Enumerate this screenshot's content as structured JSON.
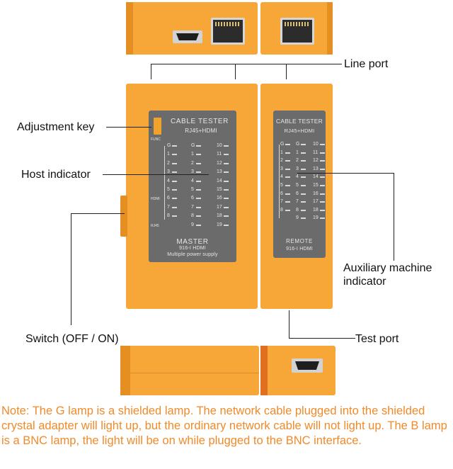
{
  "callouts": {
    "line_port": "Line port",
    "adjustment_key": "Adjustment key",
    "host_indicator": "Host indicator",
    "auxiliary_indicator": "Auxiliary machine\nindicator",
    "switch": "Switch (OFF / ON)",
    "test_port": "Test port"
  },
  "master": {
    "title": "CABLE TESTER",
    "subtitle": "RJ45+HDMI",
    "func": "FUNC",
    "side_labels": [
      "HDMI",
      "RJ45"
    ],
    "name": "MASTER",
    "model": "916-I HDMI",
    "power": "Multiple power supply",
    "left_col": [
      "G",
      "1",
      "2",
      "3",
      "4",
      "5",
      "6",
      "7",
      "8"
    ],
    "mid_col": [
      "G",
      "1",
      "2",
      "3",
      "4",
      "5",
      "6",
      "7",
      "8",
      "9"
    ],
    "right_col": [
      "10",
      "11",
      "12",
      "13",
      "14",
      "15",
      "16",
      "17",
      "18",
      "19"
    ]
  },
  "remote": {
    "title": "CABLE TESTER",
    "subtitle": "RJ45+HDMI",
    "name": "REMOTE",
    "model": "916-I HDMI",
    "left_col": [
      "G",
      "1",
      "2",
      "3",
      "4",
      "5",
      "6",
      "7",
      "8"
    ],
    "mid_col": [
      "G",
      "1",
      "2",
      "3",
      "4",
      "5",
      "6",
      "7",
      "8",
      "9"
    ],
    "right_col": [
      "10",
      "11",
      "12",
      "13",
      "14",
      "15",
      "16",
      "17",
      "18",
      "19"
    ]
  },
  "note": "Note: The G lamp is a shielded lamp. The network cable plugged into the shielded crystal adapter will light up, but the ordinary network cable will not light up. The B lamp is a BNC lamp, the light will be on while plugged to the BNC interface.",
  "colors": {
    "body": "#f7a738",
    "panel": "#6b6b6b",
    "note": "#f08a2a"
  }
}
